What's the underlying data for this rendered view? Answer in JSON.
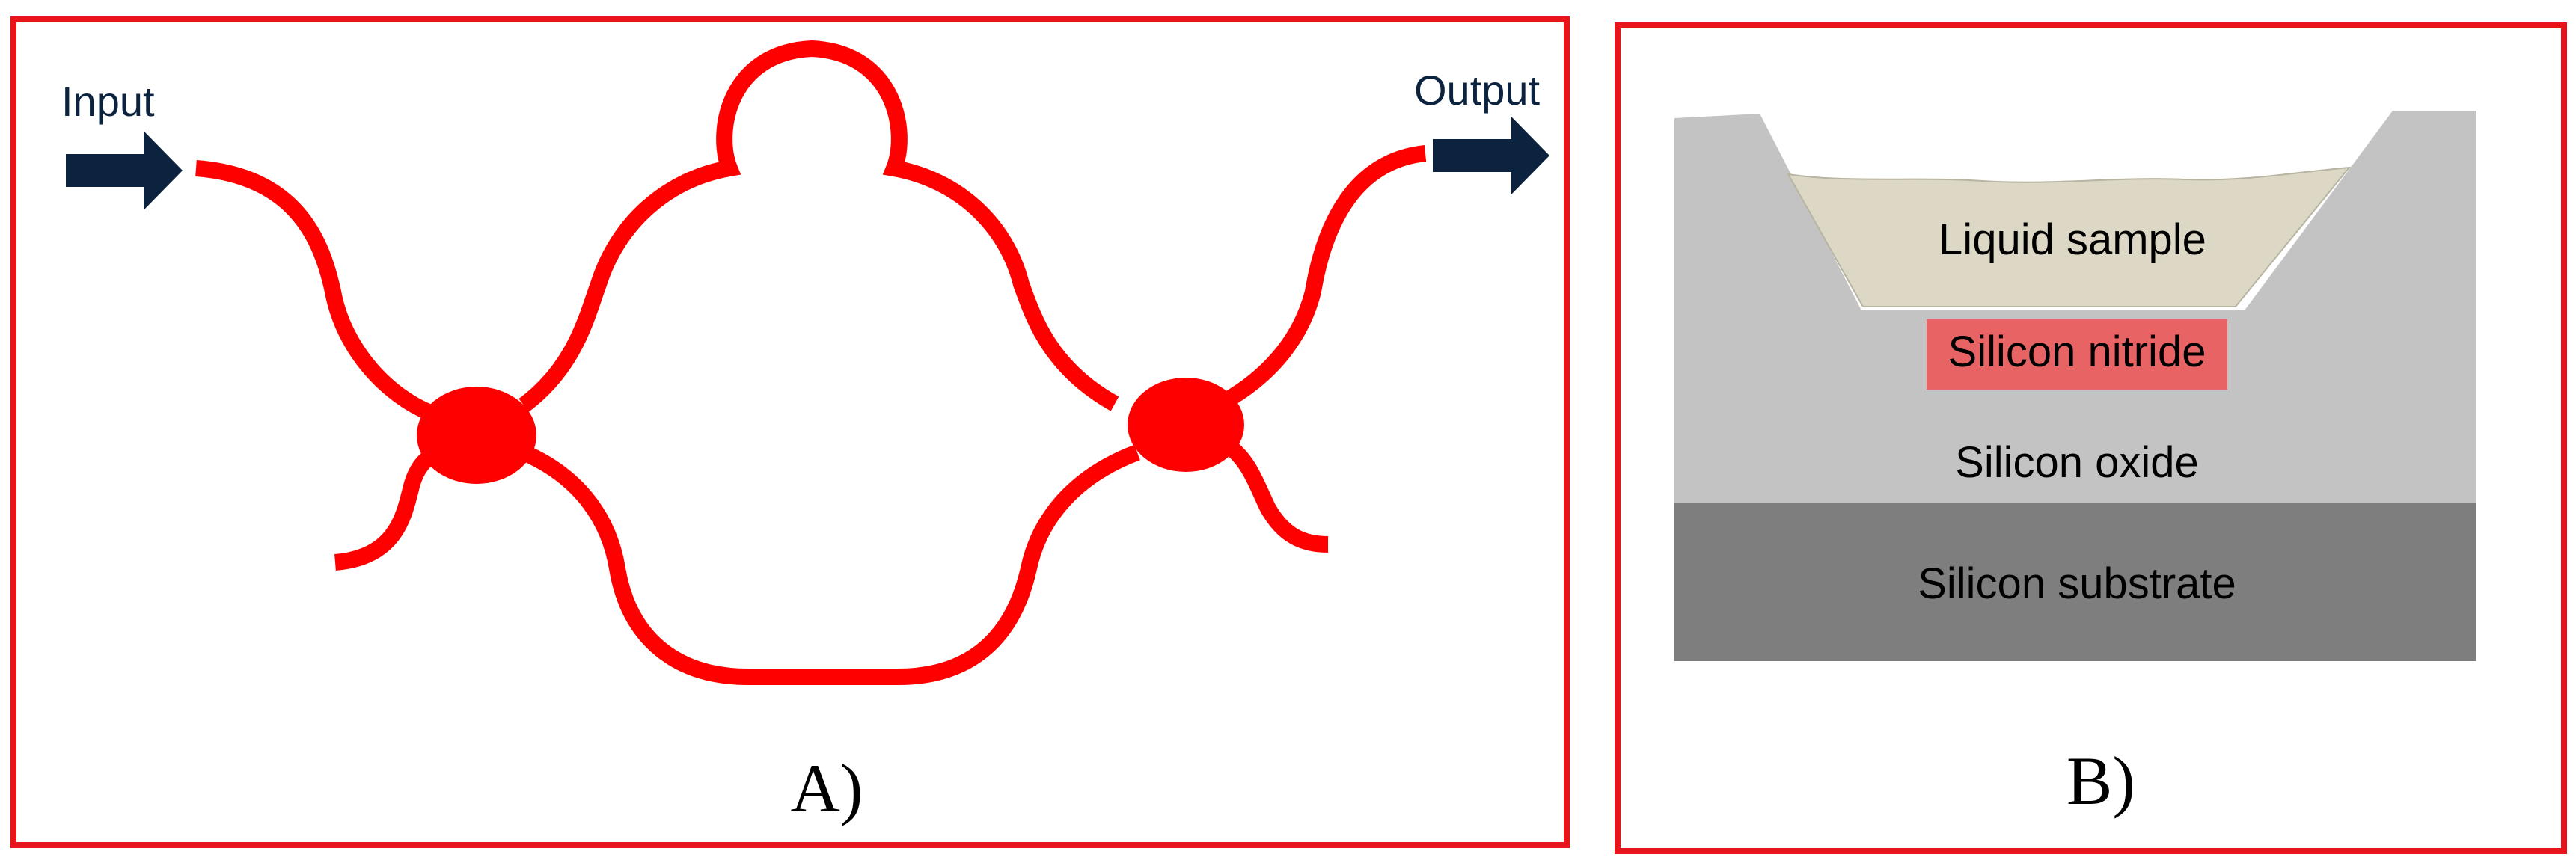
{
  "panel_a": {
    "input_label": "Input",
    "output_label": "Output",
    "panel_label": "A)"
  },
  "panel_b": {
    "layers": {
      "liquid": "Liquid sample",
      "nitride": "Silicon nitride",
      "oxide": "Silicon oxide",
      "substrate": "Silicon substrate"
    },
    "panel_label": "B)"
  },
  "colors": {
    "frame": "#e8141c",
    "waveguide": "#ff0000",
    "arrow": "#0c2340",
    "oxide": "#c3c3c3",
    "substrate": "#7e7e7e",
    "nitride": "#e86363",
    "liquid": "#ddd8c6"
  }
}
